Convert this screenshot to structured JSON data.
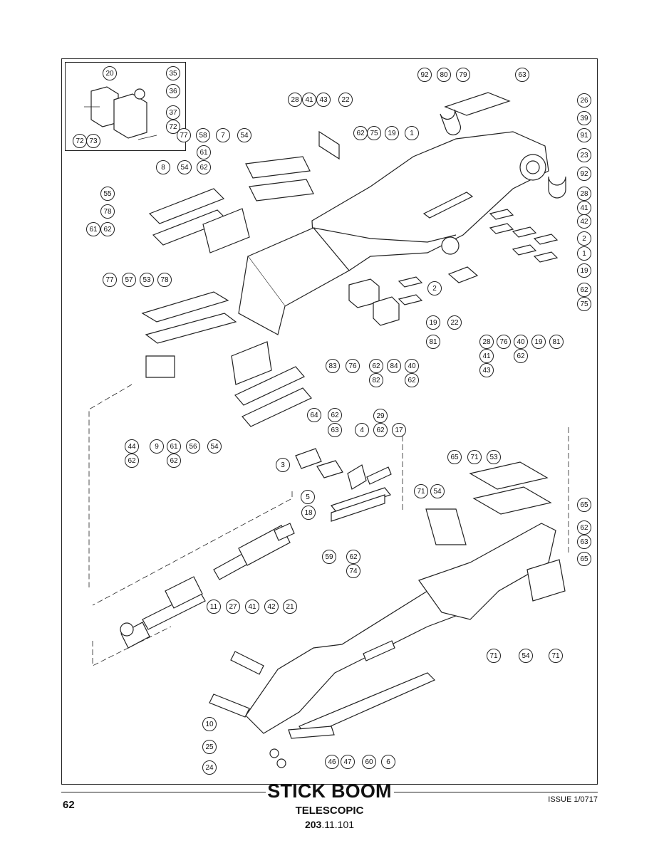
{
  "page": {
    "number": "62",
    "title": "STICK BOOM",
    "subtitle": "TELESCOPIC",
    "part_number_bold": "203",
    "part_number_rest": ".11.101",
    "issue": "ISSUE 1/0717"
  },
  "callouts": [
    {
      "label": "20"
    },
    {
      "label": "35"
    },
    {
      "label": "36"
    },
    {
      "label": "37"
    },
    {
      "label": "72"
    },
    {
      "label": "72"
    },
    {
      "label": "73"
    },
    {
      "label": "92"
    },
    {
      "label": "80"
    },
    {
      "label": "79"
    },
    {
      "label": "63"
    },
    {
      "label": "26"
    },
    {
      "label": "39"
    },
    {
      "label": "91"
    },
    {
      "label": "23"
    },
    {
      "label": "92"
    },
    {
      "label": "28"
    },
    {
      "label": "41"
    },
    {
      "label": "42"
    },
    {
      "label": "28"
    },
    {
      "label": "41"
    },
    {
      "label": "43"
    },
    {
      "label": "22"
    },
    {
      "label": "62"
    },
    {
      "label": "75"
    },
    {
      "label": "19"
    },
    {
      "label": "1"
    },
    {
      "label": "77"
    },
    {
      "label": "58"
    },
    {
      "label": "7"
    },
    {
      "label": "54"
    },
    {
      "label": "61"
    },
    {
      "label": "62"
    },
    {
      "label": "8"
    },
    {
      "label": "54"
    },
    {
      "label": "55"
    },
    {
      "label": "78"
    },
    {
      "label": "61"
    },
    {
      "label": "62"
    },
    {
      "label": "2"
    },
    {
      "label": "1"
    },
    {
      "label": "19"
    },
    {
      "label": "62"
    },
    {
      "label": "75"
    },
    {
      "label": "77"
    },
    {
      "label": "57"
    },
    {
      "label": "53"
    },
    {
      "label": "78"
    },
    {
      "label": "2"
    },
    {
      "label": "19"
    },
    {
      "label": "22"
    },
    {
      "label": "81"
    },
    {
      "label": "28"
    },
    {
      "label": "41"
    },
    {
      "label": "43"
    },
    {
      "label": "76"
    },
    {
      "label": "40"
    },
    {
      "label": "62"
    },
    {
      "label": "19"
    },
    {
      "label": "81"
    },
    {
      "label": "83"
    },
    {
      "label": "76"
    },
    {
      "label": "62"
    },
    {
      "label": "82"
    },
    {
      "label": "84"
    },
    {
      "label": "40"
    },
    {
      "label": "62"
    },
    {
      "label": "64"
    },
    {
      "label": "62"
    },
    {
      "label": "63"
    },
    {
      "label": "44"
    },
    {
      "label": "62"
    },
    {
      "label": "9"
    },
    {
      "label": "61"
    },
    {
      "label": "62"
    },
    {
      "label": "56"
    },
    {
      "label": "54"
    },
    {
      "label": "29"
    },
    {
      "label": "4"
    },
    {
      "label": "62"
    },
    {
      "label": "17"
    },
    {
      "label": "3"
    },
    {
      "label": "5"
    },
    {
      "label": "18"
    },
    {
      "label": "59"
    },
    {
      "label": "62"
    },
    {
      "label": "74"
    },
    {
      "label": "65"
    },
    {
      "label": "71"
    },
    {
      "label": "53"
    },
    {
      "label": "71"
    },
    {
      "label": "54"
    },
    {
      "label": "65"
    },
    {
      "label": "62"
    },
    {
      "label": "63"
    },
    {
      "label": "65"
    },
    {
      "label": "11"
    },
    {
      "label": "27"
    },
    {
      "label": "41"
    },
    {
      "label": "42"
    },
    {
      "label": "21"
    },
    {
      "label": "71"
    },
    {
      "label": "54"
    },
    {
      "label": "71"
    },
    {
      "label": "10"
    },
    {
      "label": "25"
    },
    {
      "label": "24"
    },
    {
      "label": "46"
    },
    {
      "label": "47"
    },
    {
      "label": "60"
    },
    {
      "label": "6"
    }
  ]
}
